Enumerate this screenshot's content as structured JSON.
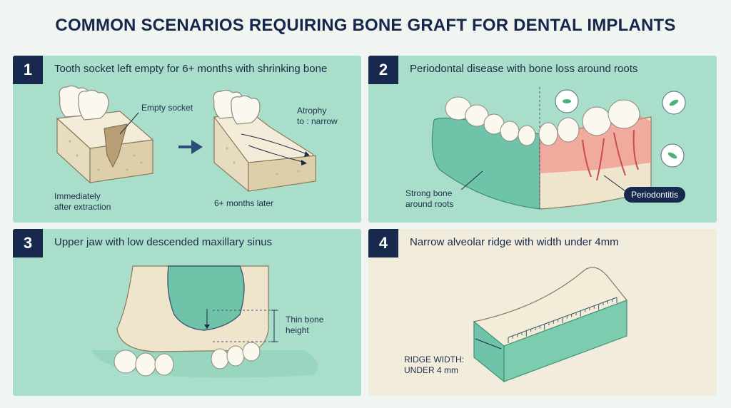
{
  "title": "COMMON SCENARIOS REQUIRING BONE GRAFT FOR DENTAL IMPLANTS",
  "panels": [
    {
      "number": "1",
      "heading": "Tooth socket left empty for 6+ months with shrinking bone",
      "labels": {
        "empty_socket": "Empty socket",
        "atrophy": "Atrophy\nto : narrow",
        "immediately": "Immediately\nafter extraction",
        "later": "6+ months later"
      }
    },
    {
      "number": "2",
      "heading": "Periodontal disease with bone loss around roots",
      "labels": {
        "strong_bone": "Strong bone\naround roots",
        "periodontitis": "Periodontitis"
      }
    },
    {
      "number": "3",
      "heading": "Upper jaw with low descended maxillary sinus",
      "labels": {
        "thin_bone": "Thin bone\nheight"
      }
    },
    {
      "number": "4",
      "heading": "Narrow alveolar ridge with width under 4mm",
      "labels": {
        "ridge_width": "RIDGE WIDTH:\nUNDER 4 mm"
      }
    }
  ],
  "colors": {
    "navy": "#17294d",
    "mint": "#a9decb",
    "cream": "#f1ecdc",
    "bone": "#efe5cc",
    "inflamed": "#e8555a"
  }
}
